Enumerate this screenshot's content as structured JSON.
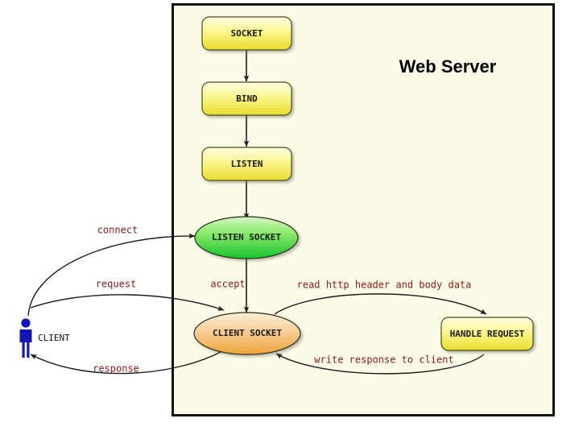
{
  "diagram": {
    "title": "Web Server",
    "panel": {
      "label": "web-server-boundary",
      "fill": "#fbfbe8",
      "stroke": "#111111"
    },
    "colors": {
      "process_fill_top": "#fdfdc0",
      "process_fill_bottom": "#ece33a",
      "listen_socket_top": "#c6f0b4",
      "listen_socket_bottom": "#2ecc40",
      "client_socket_top": "#fbe3bb",
      "client_socket_bottom": "#efa93c",
      "edge_label": "#8b1a1a",
      "actor": "#1414b4",
      "edge_stroke": "#1b1b1b"
    },
    "nodes": [
      {
        "id": "socket",
        "label": "SOCKET",
        "shape": "rounded-rect"
      },
      {
        "id": "bind",
        "label": "BIND",
        "shape": "rounded-rect"
      },
      {
        "id": "listen",
        "label": "LISTEN",
        "shape": "rounded-rect"
      },
      {
        "id": "listen_socket",
        "label": "LISTEN SOCKET",
        "shape": "ellipse"
      },
      {
        "id": "client_socket",
        "label": "CLIENT SOCKET",
        "shape": "ellipse"
      },
      {
        "id": "handle_request",
        "label": "HANDLE REQUEST",
        "shape": "rounded-rect"
      }
    ],
    "actor": {
      "id": "client",
      "label": "CLIENT"
    },
    "edges": [
      {
        "id": "socket-bind",
        "label": "",
        "from": "socket",
        "to": "bind"
      },
      {
        "id": "bind-listen",
        "label": "",
        "from": "bind",
        "to": "listen"
      },
      {
        "id": "listen-listen_socket",
        "label": "",
        "from": "listen",
        "to": "listen_socket"
      },
      {
        "id": "accept",
        "label": "accept",
        "from": "listen_socket",
        "to": "client_socket"
      },
      {
        "id": "connect",
        "label": "connect",
        "from": "client",
        "to": "listen_socket"
      },
      {
        "id": "request",
        "label": "request",
        "from": "client",
        "to": "client_socket"
      },
      {
        "id": "response",
        "label": "response",
        "from": "client_socket",
        "to": "client"
      },
      {
        "id": "read-header",
        "label": "read http header and body data",
        "from": "client_socket",
        "to": "handle_request"
      },
      {
        "id": "write-response",
        "label": "write response to client",
        "from": "handle_request",
        "to": "client_socket"
      }
    ]
  }
}
